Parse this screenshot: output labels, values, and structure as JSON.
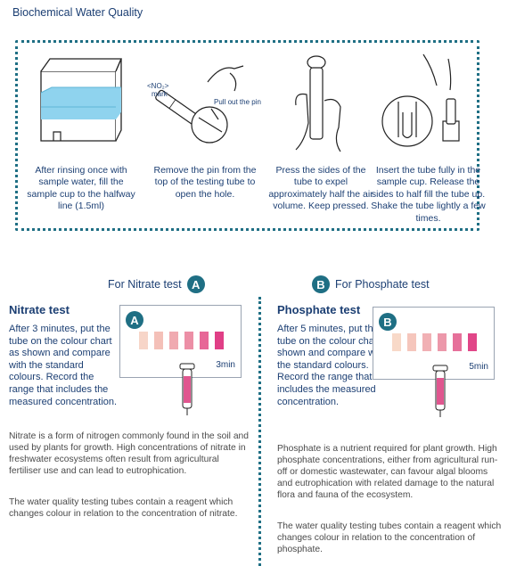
{
  "title": "Biochemical Water Quality",
  "steps": [
    {
      "text": "After rinsing once with sample water, fill the sample cup to the halfway line (1.5ml)"
    },
    {
      "text": "Remove the pin from the top of the testing tube to open the hole.",
      "label_no2": "<NO₂>",
      "label_mark": "mark",
      "label_pull": "Pull out the pin"
    },
    {
      "text": "Press the sides of the tube to expel approximately half the air volume. Keep pressed."
    },
    {
      "text": "Insert the tube fully in the sample cup. Release the sides to half fill the tube up. Shake the tube lightly a few times."
    }
  ],
  "nitrate": {
    "header": "For Nitrate test",
    "badge": "A",
    "heading": "Nitrate test",
    "procedure": "After 3 minutes, put the tube on the colour chart as shown and compare with the standard colours. Record the range that includes the measured concentration.",
    "time_label": "3min",
    "paragraph1": "Nitrate is a form of nitrogen commonly found in the soil and used by plants for growth. High concentrations of nitrate in freshwater ecosystems often result from agricultural fertiliser use and can lead to eutrophication.",
    "paragraph2": "The water quality testing tubes contain a reagent which changes colour in relation to the concentration of nitrate.",
    "swatch_colors": [
      "#f7d5c8",
      "#f4c0b8",
      "#f0aab0",
      "#ec8fa6",
      "#e76797",
      "#e03f86"
    ]
  },
  "phosphate": {
    "header": "For Phosphate test",
    "badge": "B",
    "heading": "Phosphate test",
    "procedure": "After 5 minutes, put the tube on the colour chart as shown and compare with the standard colours. Record the range that includes the measured concentration.",
    "time_label": "5min",
    "paragraph1": "Phosphate is a nutrient required for plant growth. High phosphate concentrations, either from agricultural run-off or domestic wastewater, can favour algal blooms and eutrophication with related damage to the natural flora and fauna of the ecosystem.",
    "paragraph2": "The water quality testing tubes contain a reagent which changes colour in relation to the concentration of phosphate.",
    "swatch_colors": [
      "#f8d9c8",
      "#f5c6bc",
      "#f1b0b4",
      "#ec98aa",
      "#e6709a",
      "#e14688"
    ]
  },
  "colors": {
    "primary_text": "#1c3f73",
    "dotted_border": "#1f6f84",
    "water": "#8fd3ee",
    "body_text": "#4a4a4a"
  }
}
